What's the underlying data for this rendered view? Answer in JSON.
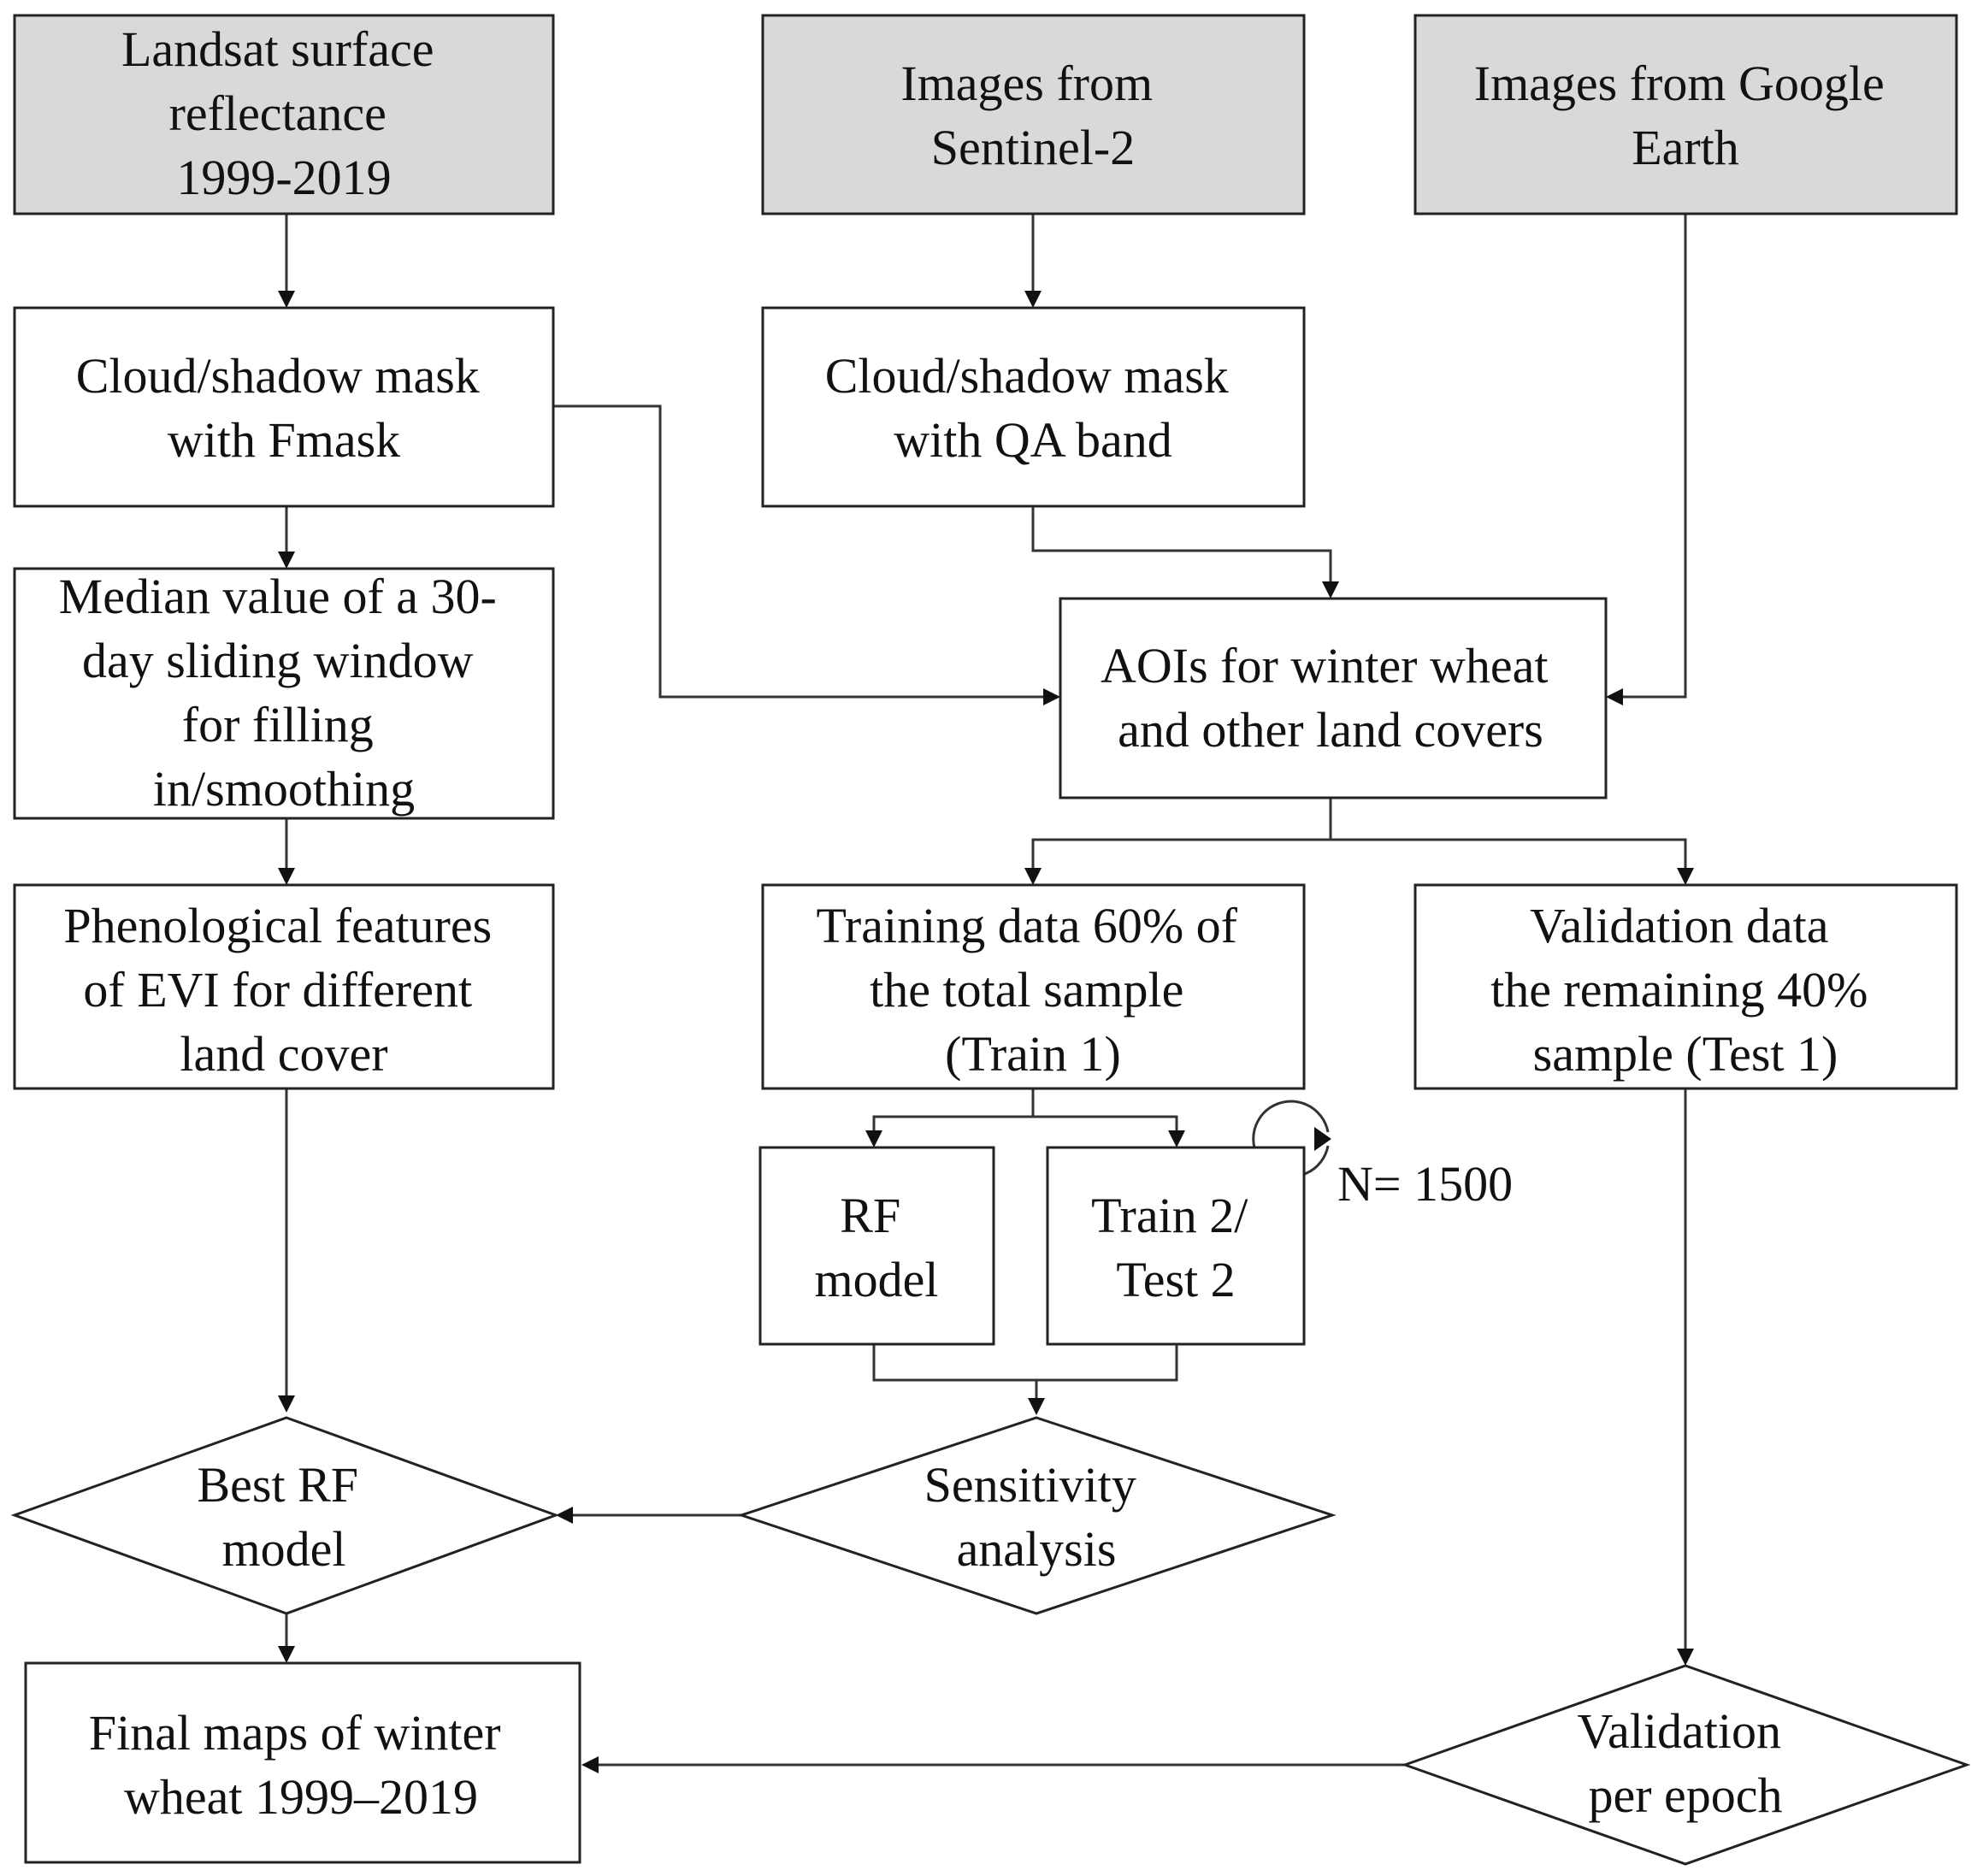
{
  "colors": {
    "source_fill": "#d9d9d9",
    "process_fill": "#ffffff",
    "stroke": "#222222",
    "text": "#111111"
  },
  "nodes": {
    "landsat": {
      "lines": [
        "Landsat surface",
        "reflectance",
        "1999-2019"
      ]
    },
    "sentinel": {
      "lines": [
        "Images from",
        "Sentinel-2"
      ]
    },
    "google": {
      "lines": [
        "Images from Google",
        "Earth"
      ]
    },
    "fmask": {
      "lines": [
        "Cloud/shadow mask",
        "with Fmask"
      ]
    },
    "qa": {
      "lines": [
        "Cloud/shadow mask",
        "with QA band"
      ]
    },
    "median": {
      "lines": [
        "Median value of a 30-",
        "day sliding window",
        "for filling",
        "in/smoothing"
      ]
    },
    "aoi": {
      "lines": [
        "AOIs for winter wheat",
        "and other land covers"
      ]
    },
    "pheno": {
      "lines": [
        "Phenological features",
        "of EVI for different",
        "land cover"
      ]
    },
    "training": {
      "lines": [
        "Training data 60% of",
        "the total sample",
        "(Train 1)"
      ]
    },
    "validation_data": {
      "lines": [
        "Validation data",
        "the remaining 40%",
        "sample (Test 1)"
      ]
    },
    "rf": {
      "lines": [
        "RF",
        "model"
      ]
    },
    "train2": {
      "lines": [
        "Train 2/",
        "Test 2"
      ]
    },
    "loop_label": "N= 1500",
    "best": {
      "lines": [
        "Best RF",
        "model"
      ]
    },
    "sensitivity": {
      "lines": [
        "Sensitivity",
        "analysis"
      ]
    },
    "final": {
      "lines": [
        "Final maps of winter",
        "wheat 1999–2019"
      ]
    },
    "validation_epoch": {
      "lines": [
        "Validation",
        "per epoch"
      ]
    }
  }
}
